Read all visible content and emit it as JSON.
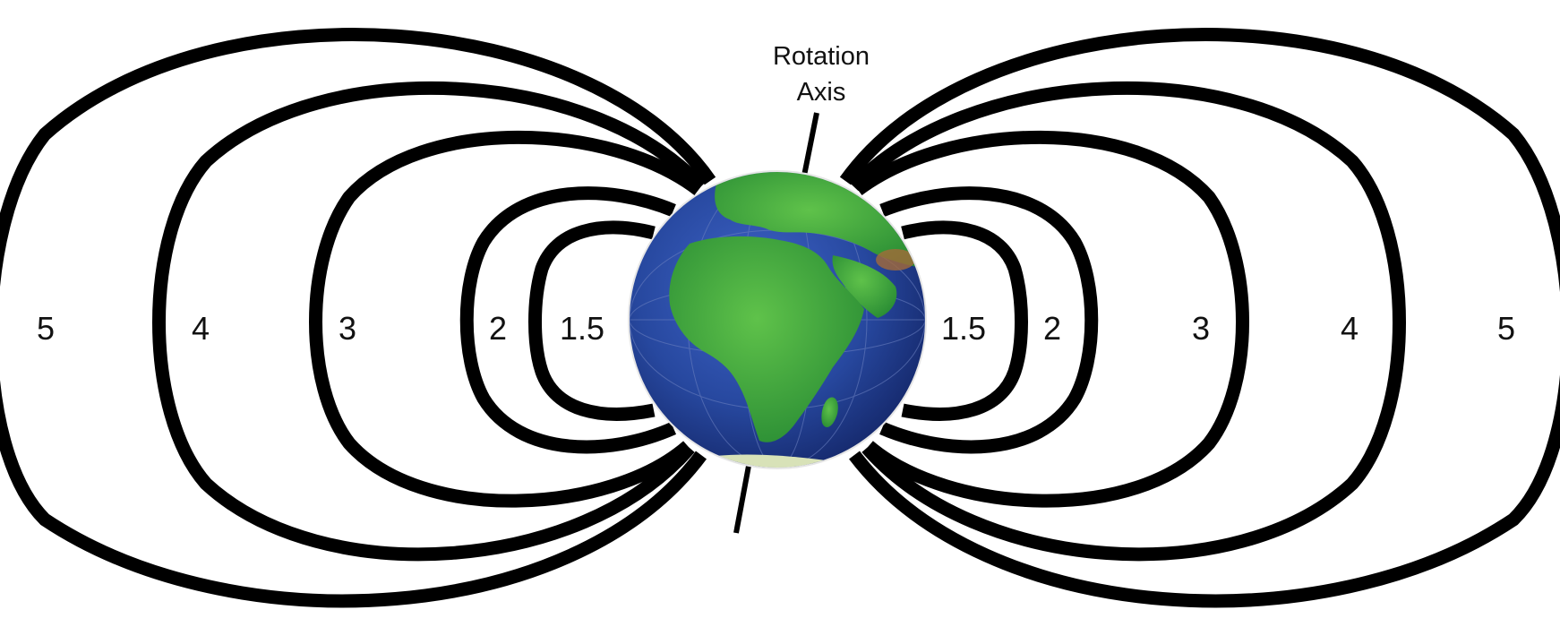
{
  "axis_label_line1": "Rotation",
  "axis_label_line2": "Axis",
  "l_shells": [
    "5",
    "4",
    "3",
    "2",
    "1.5"
  ],
  "colors": {
    "field_lines": "#000000",
    "ocean": "#1f3f9e",
    "land": "#2f9a3a"
  }
}
